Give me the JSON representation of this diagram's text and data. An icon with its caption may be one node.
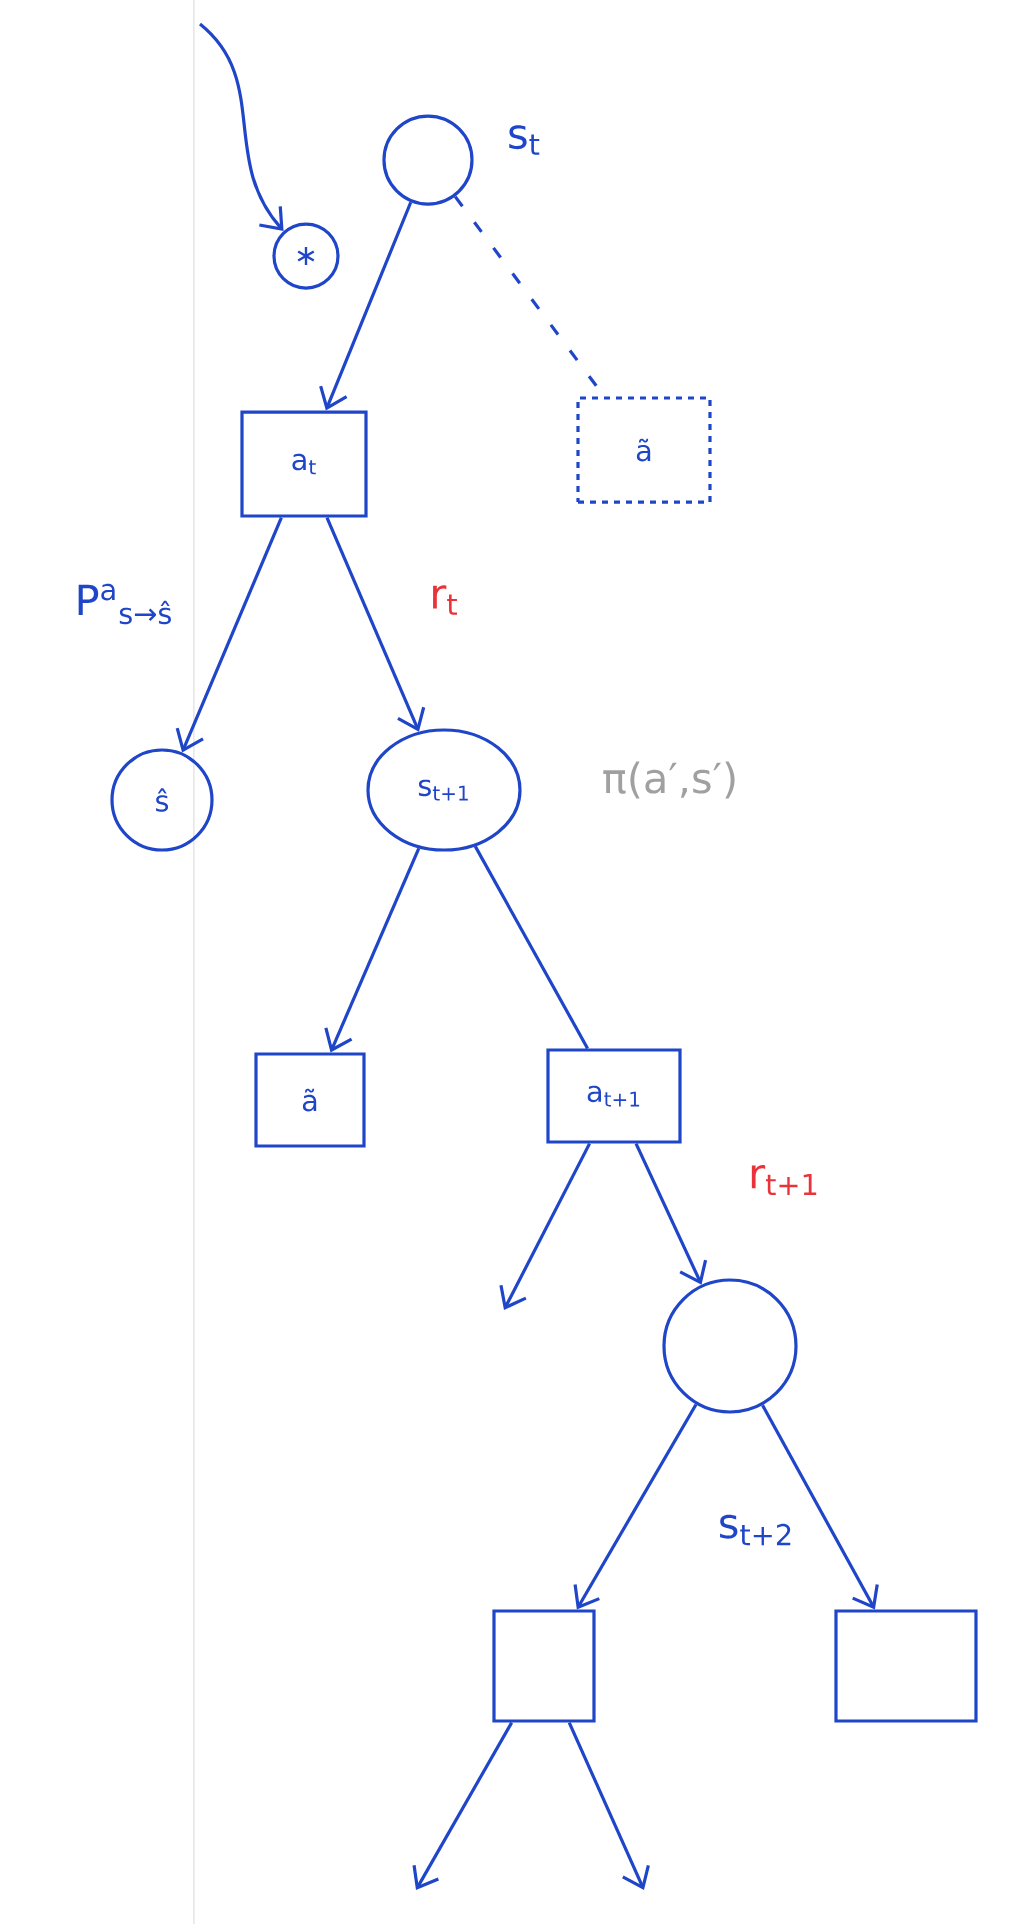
{
  "diagram": {
    "nodes": [
      {
        "text": [],
        "shape": "circle",
        "beside": [
          "s$_{t}$"
        ]
      },
      {
        "text": [
          "∗"
        ]
      },
      {
        "text": [
          "a$_{t}$"
        ]
      },
      {
        "text": [
          "ã"
        ]
      },
      {
        "text": [
          "ŝ"
        ]
      },
      {
        "text": [
          "s$_{t+1}$"
        ]
      },
      {
        "text": [
          "ã"
        ]
      },
      {
        "text": [
          "a$_{t+1}$"
        ]
      },
      {
        "text": [],
        "shape": "circle",
        "beside": [
          "s$_{t+2}$"
        ]
      },
      {
        "text": [],
        "shape": "box"
      },
      {
        "text": [],
        "shape": "box"
      }
    ],
    "edges": [
      {
        "from": null,
        "to": 1,
        "arrow": "to"
      },
      {
        "from": 0,
        "to": 2,
        "arrow": "to"
      },
      {
        "from": 0,
        "to": 3,
        "arrow": "none",
        "style": "dashed"
      },
      {
        "from": 2,
        "to": 4,
        "arrow": "to",
        "label": "P$^{a}$$_{s→ŝ}$"
      },
      {
        "from": 2,
        "to": 5,
        "arrow": "to",
        "label": "r$_{t}$"
      },
      {
        "from": 5,
        "to": 6,
        "arrow": "to"
      },
      {
        "from": 5,
        "to": 7,
        "arrow": "none"
      },
      {
        "from": 7,
        "to": null,
        "arrow": "to"
      },
      {
        "from": 7,
        "to": 8,
        "arrow": "to",
        "label": "r$_{t+1}$"
      },
      {
        "from": 8,
        "to": 9,
        "arrow": "to"
      },
      {
        "from": 8,
        "to": 10,
        "arrow": "to"
      },
      {
        "from": 9,
        "to": null,
        "arrow": "to"
      },
      {
        "from": 9,
        "to": null,
        "arrow": "to"
      }
    ],
    "labels": [
      "π(a′,s′)"
    ]
  }
}
